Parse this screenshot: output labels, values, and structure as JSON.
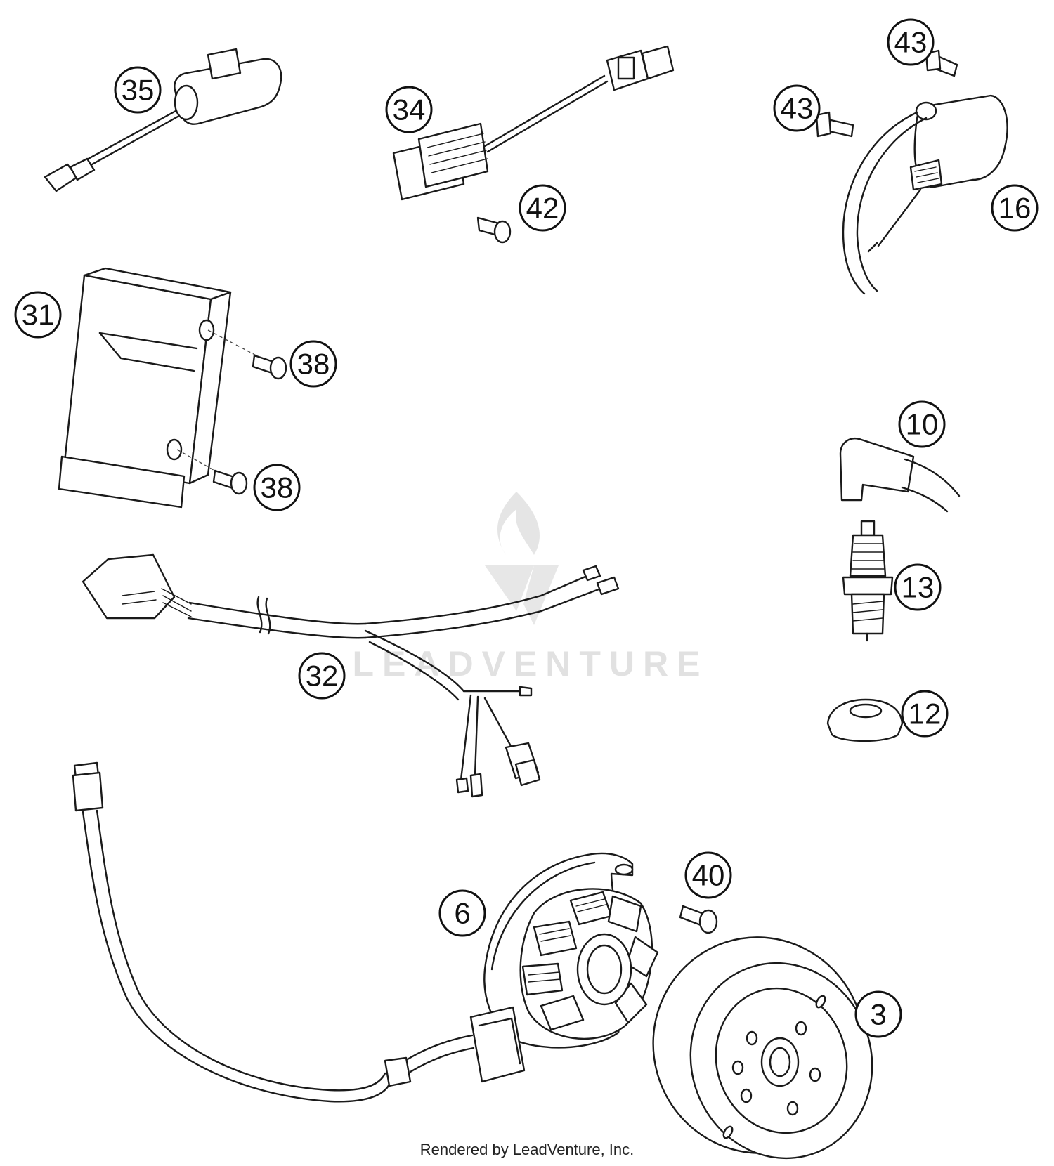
{
  "watermark": {
    "brand": "LEADVENTURE"
  },
  "credit": "Rendered by LeadVenture, Inc.",
  "callouts": [
    {
      "label": "35"
    },
    {
      "label": "34"
    },
    {
      "label": "42"
    },
    {
      "label": "43"
    },
    {
      "label": "43"
    },
    {
      "label": "16"
    },
    {
      "label": "31"
    },
    {
      "label": "38"
    },
    {
      "label": "38"
    },
    {
      "label": "10"
    },
    {
      "label": "13"
    },
    {
      "label": "12"
    },
    {
      "label": "32"
    },
    {
      "label": "40"
    },
    {
      "label": "6"
    },
    {
      "label": "3"
    }
  ]
}
